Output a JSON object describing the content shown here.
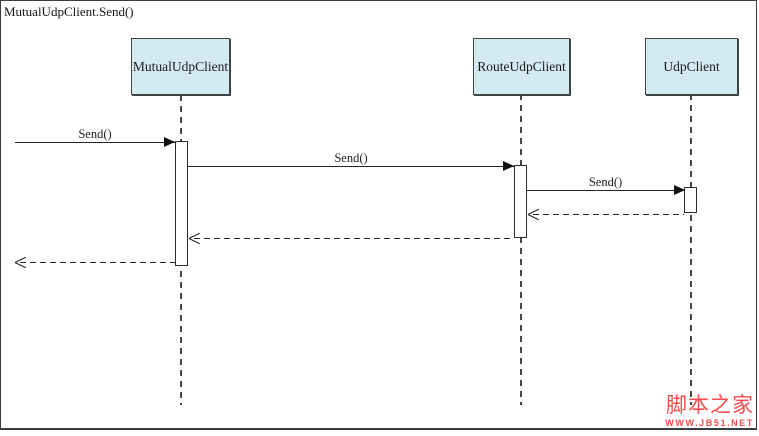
{
  "diagram": {
    "title": "MutualUdpClient.Send()",
    "type": "uml-sequence-diagram"
  },
  "lifelines": [
    {
      "label": "MutualUdpClient"
    },
    {
      "label": "RouteUdpClient"
    },
    {
      "label": "UdpClient"
    }
  ],
  "messages": [
    {
      "label": "Send()",
      "from": "caller",
      "to": "MutualUdpClient",
      "style": "solid-filled-arrow"
    },
    {
      "label": "Send()",
      "from": "MutualUdpClient",
      "to": "RouteUdpClient",
      "style": "solid-filled-arrow"
    },
    {
      "label": "Send()",
      "from": "RouteUdpClient",
      "to": "UdpClient",
      "style": "solid-filled-arrow"
    }
  ],
  "returns": [
    {
      "from": "UdpClient",
      "to": "RouteUdpClient",
      "style": "dashed-open-arrow"
    },
    {
      "from": "RouteUdpClient",
      "to": "MutualUdpClient",
      "style": "dashed-open-arrow"
    },
    {
      "from": "MutualUdpClient",
      "to": "caller",
      "style": "dashed-open-arrow"
    }
  ],
  "watermark": {
    "brand": "脚本之家",
    "site": "WWW.JB51.NET"
  },
  "colors": {
    "box_fill": "#d3eaf2",
    "box_border": "#3f4547",
    "line": "#242424",
    "watermark": "#f84c4c"
  }
}
